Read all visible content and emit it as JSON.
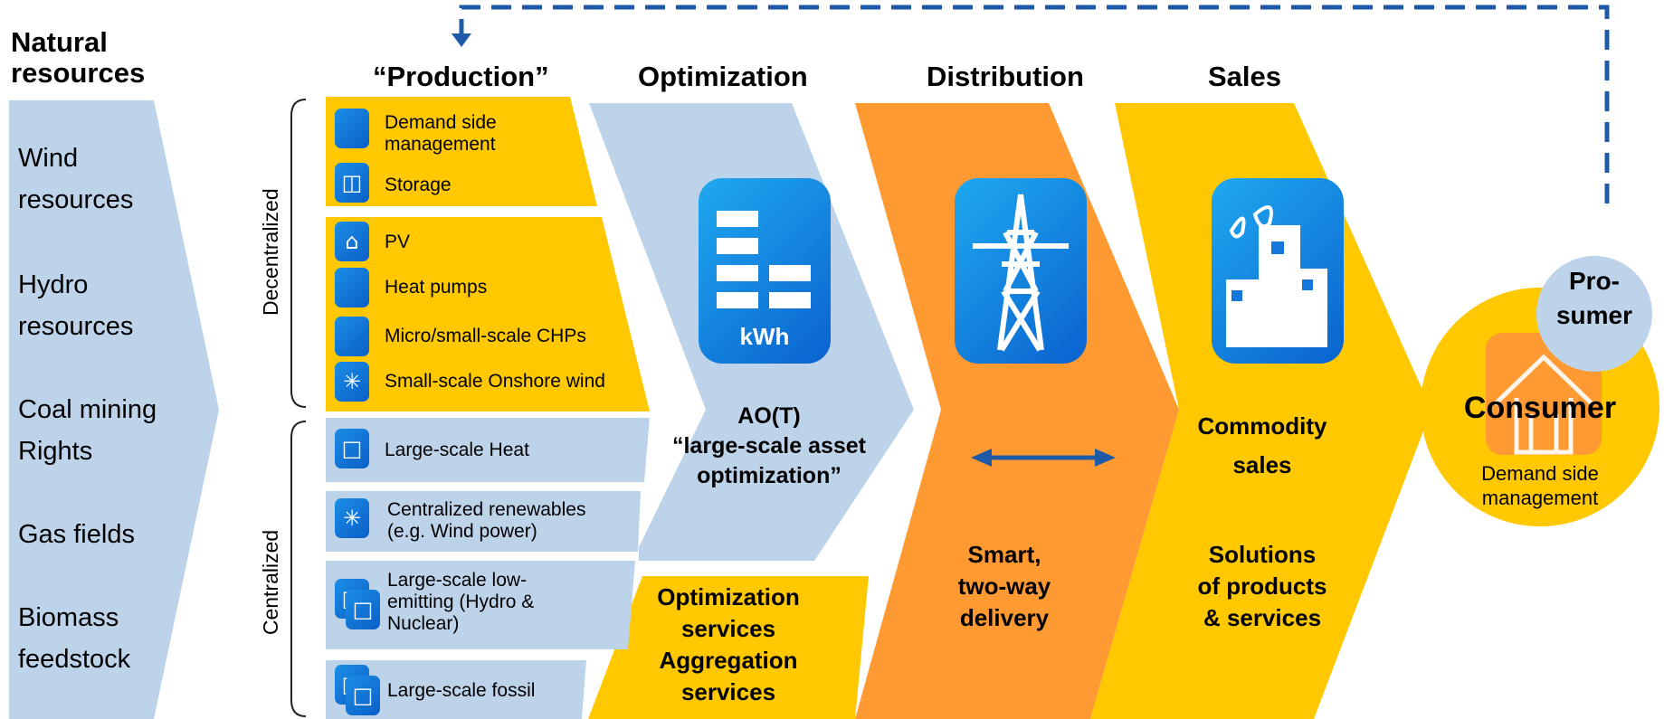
{
  "headers": {
    "natural_resources": [
      "Natural",
      "resources"
    ],
    "production": "“Production”",
    "optimization": "Optimization",
    "distribution": "Distribution",
    "sales": "Sales"
  },
  "natural_resources": [
    [
      "Wind",
      "resources"
    ],
    [
      "Hydro",
      "resources"
    ],
    [
      "Coal mining",
      "Rights"
    ],
    [
      "Gas fields"
    ],
    [
      "Biomass",
      "feedstock"
    ]
  ],
  "groups": {
    "decentralized": "Decentralized",
    "centralized": "Centralized"
  },
  "production": {
    "decentralized_top": [
      {
        "label": "Demand side management",
        "lines": [
          "Demand side",
          "management"
        ],
        "icon": "blank-icon"
      },
      {
        "label": "Storage",
        "lines": [
          "Storage"
        ],
        "icon": "battery-car-icon"
      }
    ],
    "decentralized_bottom": [
      {
        "label": "PV",
        "lines": [
          "PV"
        ],
        "icon": "house-solar-icon"
      },
      {
        "label": "Heat pumps",
        "lines": [
          "Heat pumps"
        ],
        "icon": "blank-icon"
      },
      {
        "label": "Micro/small-scale CHPs",
        "lines": [
          "Micro/small-scale CHPs"
        ],
        "icon": "blank-icon"
      },
      {
        "label": "Small-scale Onshore wind",
        "lines": [
          "Small-scale Onshore wind"
        ],
        "icon": "wind-turbine-icon"
      }
    ],
    "centralized": [
      {
        "label": "Large-scale Heat",
        "lines": [
          "Large-scale Heat"
        ],
        "icon": "power-plant-icon"
      },
      {
        "label": "Centralized renewables (e.g. Wind power)",
        "lines": [
          "Centralized renewables",
          "(e.g. Wind power)"
        ],
        "icon": "wind-turbine-icon"
      },
      {
        "label": "Large-scale low-emitting (Hydro & Nuclear)",
        "lines": [
          "Large-scale low-",
          "emitting (Hydro &",
          "Nuclear)"
        ],
        "icon": "power-plant-stack-icon"
      },
      {
        "label": "Large-scale fossil",
        "lines": [
          "Large-scale fossil"
        ],
        "icon": "power-plant-stack-icon"
      }
    ]
  },
  "optimization": {
    "icon_text": "kWh",
    "main": [
      "AO(T)",
      "“large-scale asset",
      "optimization”"
    ],
    "services": [
      "Optimization",
      "services",
      "Aggregation",
      "services"
    ]
  },
  "distribution": {
    "main": [
      "Smart,",
      "two-way",
      "delivery"
    ]
  },
  "sales": {
    "commodity": [
      "Commodity",
      "sales"
    ],
    "solutions": [
      "Solutions",
      "of products",
      "& services"
    ]
  },
  "consumer": {
    "prosumer": [
      "Pro-",
      "sumer"
    ],
    "title": "Consumer",
    "subtitle": [
      "Demand side",
      "management"
    ]
  },
  "colors": {
    "light_blue": "#bcd3ea",
    "yellow": "#ffc800",
    "orange": "#ff9a33",
    "icon_blue": "#0a62cf",
    "arrow_blue": "#1f5aa6"
  }
}
